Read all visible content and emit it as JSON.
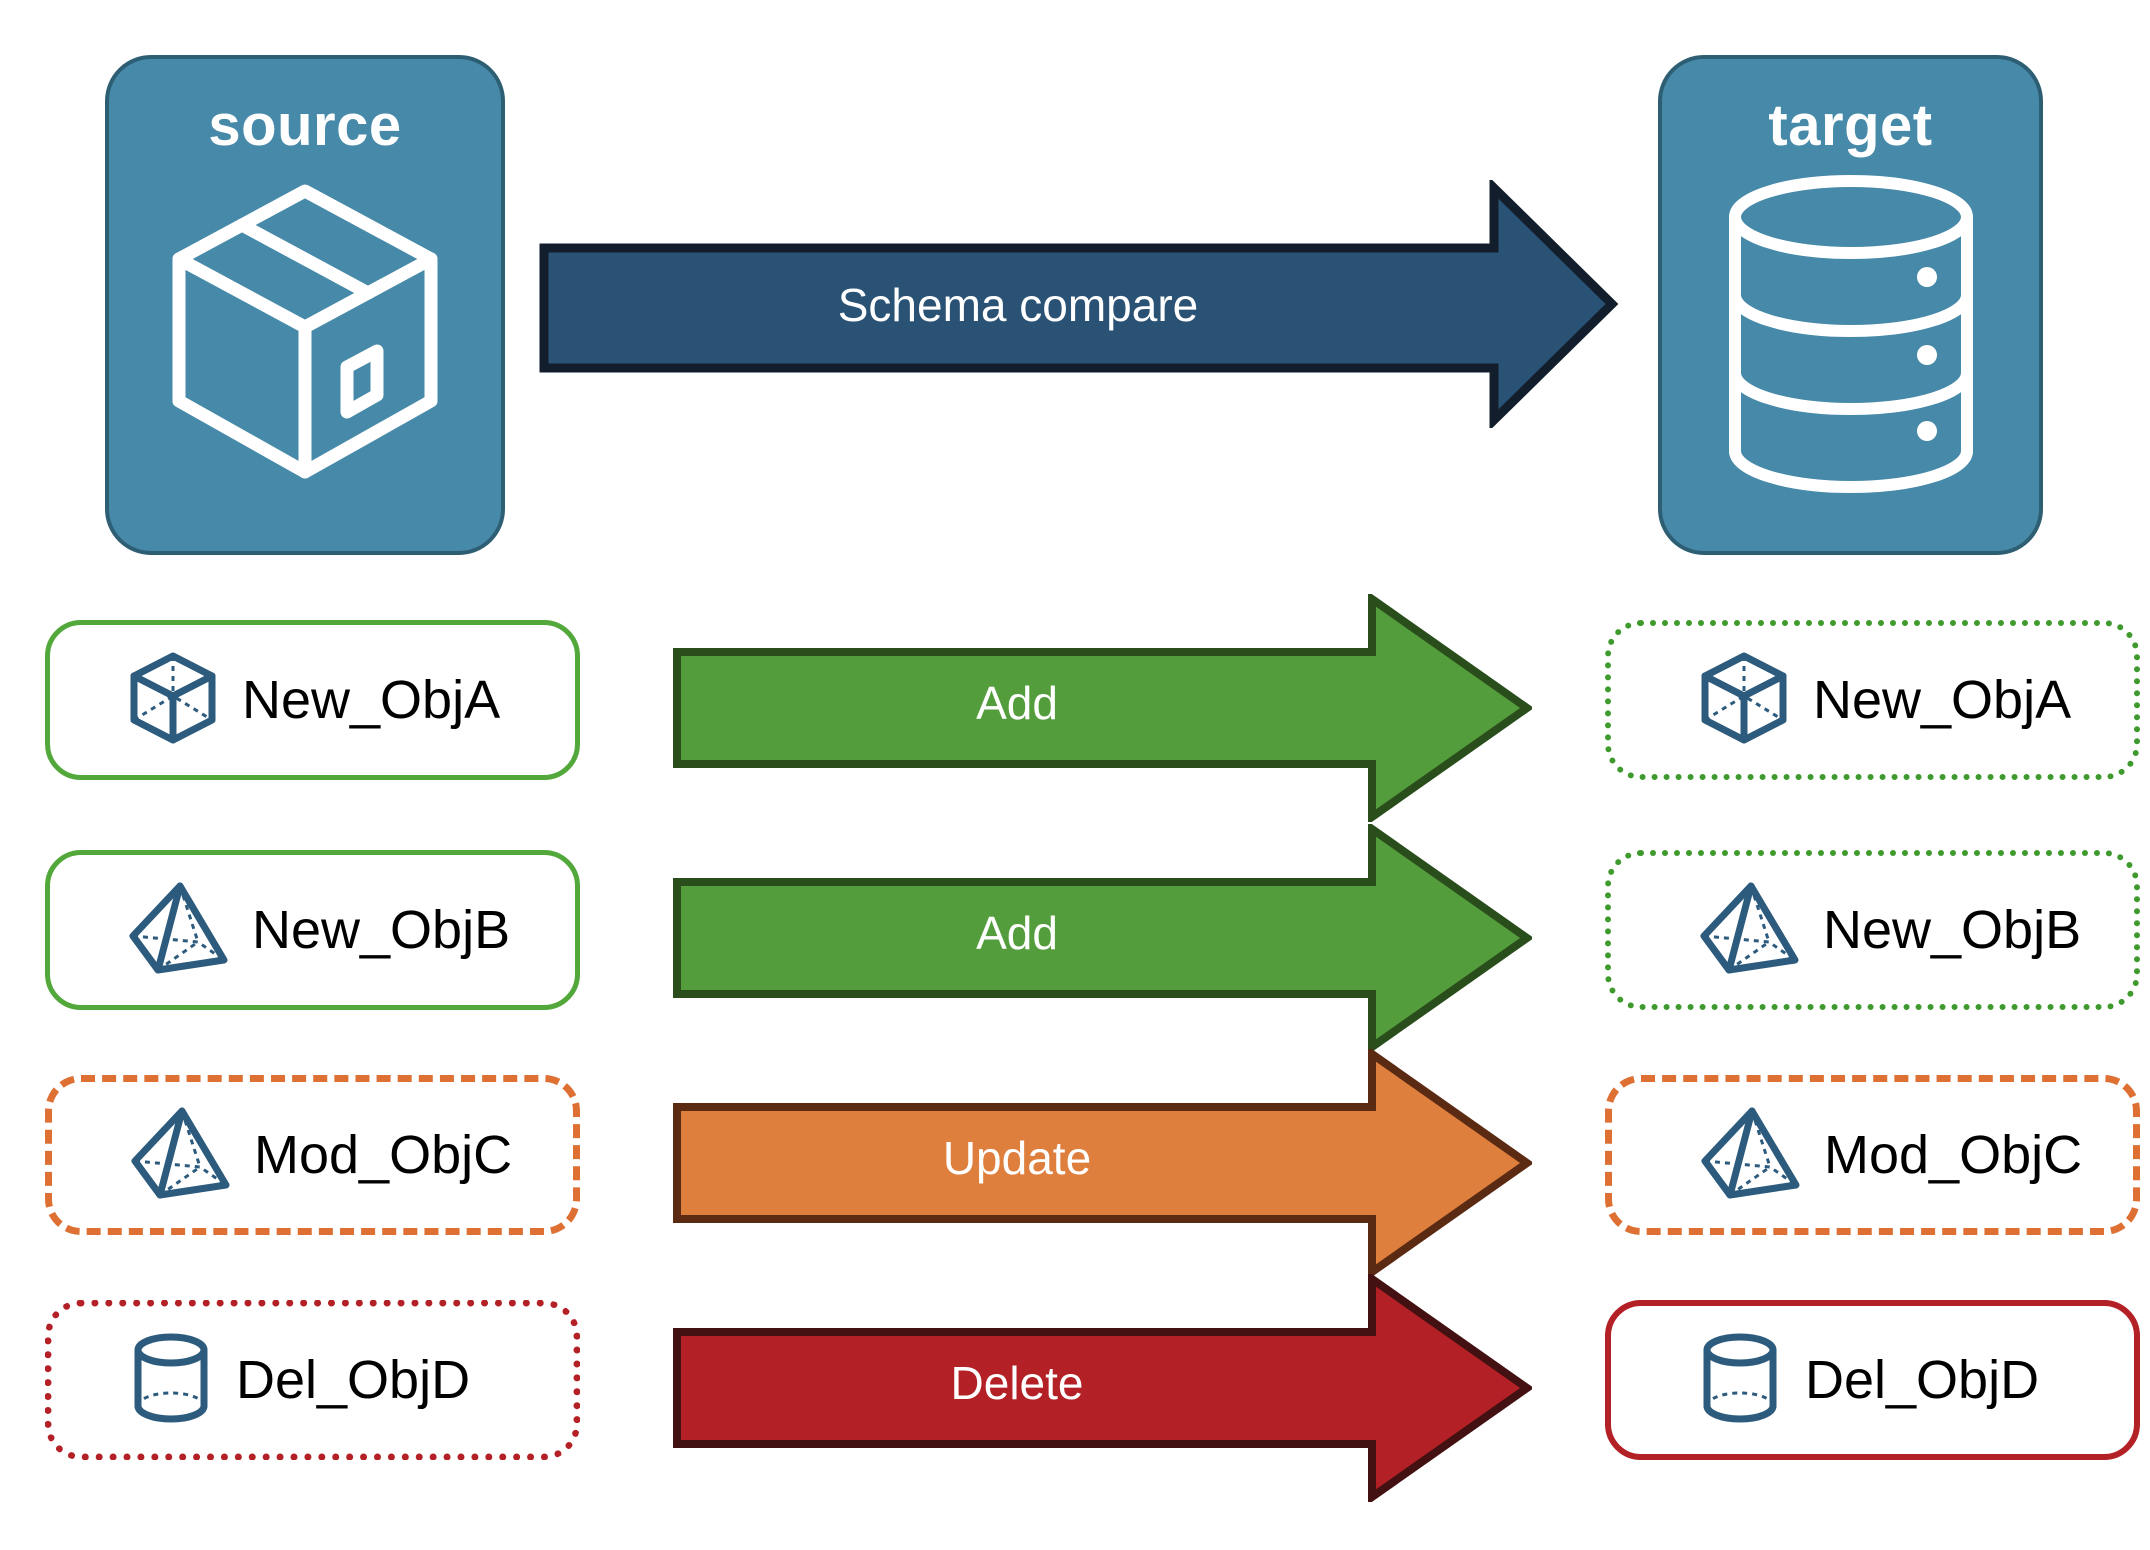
{
  "diagram": {
    "title": "Schema compare",
    "palette": {
      "endpoint_fill": "#4689A8",
      "endpoint_stroke": "#2E5E73",
      "schema_arrow_fill": "#2A5275",
      "schema_arrow_stroke": "#121E2C",
      "add_fill": "#549D3C",
      "add_stroke": "#294D1B",
      "update_fill": "#DE7F3E",
      "update_stroke": "#5B2A12",
      "delete_fill": "#B32025",
      "delete_stroke": "#441112",
      "icon_blue": "#2D5B7D",
      "green_border": "#53A83B",
      "orange_border": "#DE7034",
      "red_border": "#B32025",
      "label_text": "#000000",
      "arrow_text": "#FFFFFF"
    }
  },
  "endpoints": {
    "source": {
      "label": "source",
      "icon": "package-box-icon"
    },
    "target": {
      "label": "target",
      "icon": "database-cylinder-icon"
    }
  },
  "compare_arrow": {
    "label": "Schema compare",
    "icon": "right-arrow-icon"
  },
  "rows": [
    {
      "action": "Add",
      "action_icon": "right-arrow-icon",
      "arrow_style": "add",
      "source": {
        "label": "New_ObjA",
        "icon": "wireframe-cube-icon",
        "border": "solid-green"
      },
      "target": {
        "label": "New_ObjA",
        "icon": "wireframe-cube-icon",
        "border": "dotted-green"
      }
    },
    {
      "action": "Add",
      "action_icon": "right-arrow-icon",
      "arrow_style": "add",
      "source": {
        "label": "New_ObjB",
        "icon": "wireframe-pyramid-icon",
        "border": "solid-green"
      },
      "target": {
        "label": "New_ObjB",
        "icon": "wireframe-pyramid-icon",
        "border": "dotted-green"
      }
    },
    {
      "action": "Update",
      "action_icon": "right-arrow-icon",
      "arrow_style": "update",
      "source": {
        "label": "Mod_ObjC",
        "icon": "wireframe-pyramid-icon",
        "border": "dashed-orange"
      },
      "target": {
        "label": "Mod_ObjC",
        "icon": "wireframe-pyramid-icon",
        "border": "dashed-orange"
      }
    },
    {
      "action": "Delete",
      "action_icon": "right-arrow-icon",
      "arrow_style": "delete",
      "source": {
        "label": "Del_ObjD",
        "icon": "wireframe-cylinder-icon",
        "border": "dotted-red"
      },
      "target": {
        "label": "Del_ObjD",
        "icon": "wireframe-cylinder-icon",
        "border": "solid-red"
      }
    }
  ]
}
